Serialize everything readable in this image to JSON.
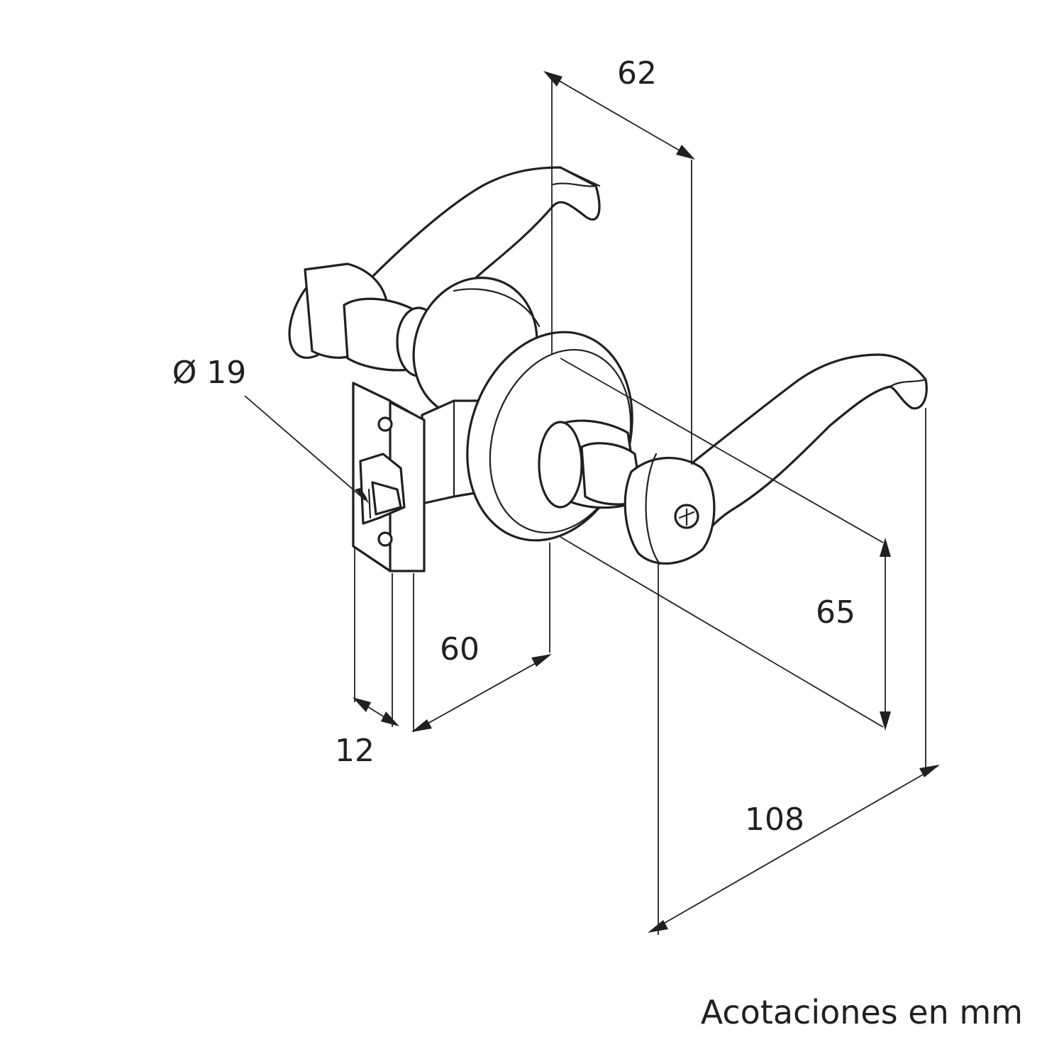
{
  "dimensions": {
    "top_depth": "62",
    "diameter": "Ø 19",
    "lever_height": "65",
    "backset": "60",
    "faceplate_width": "12",
    "lever_length": "108"
  },
  "note": "Acotaciones en mm",
  "colors": {
    "line": "#231f20",
    "background": "#ffffff"
  }
}
